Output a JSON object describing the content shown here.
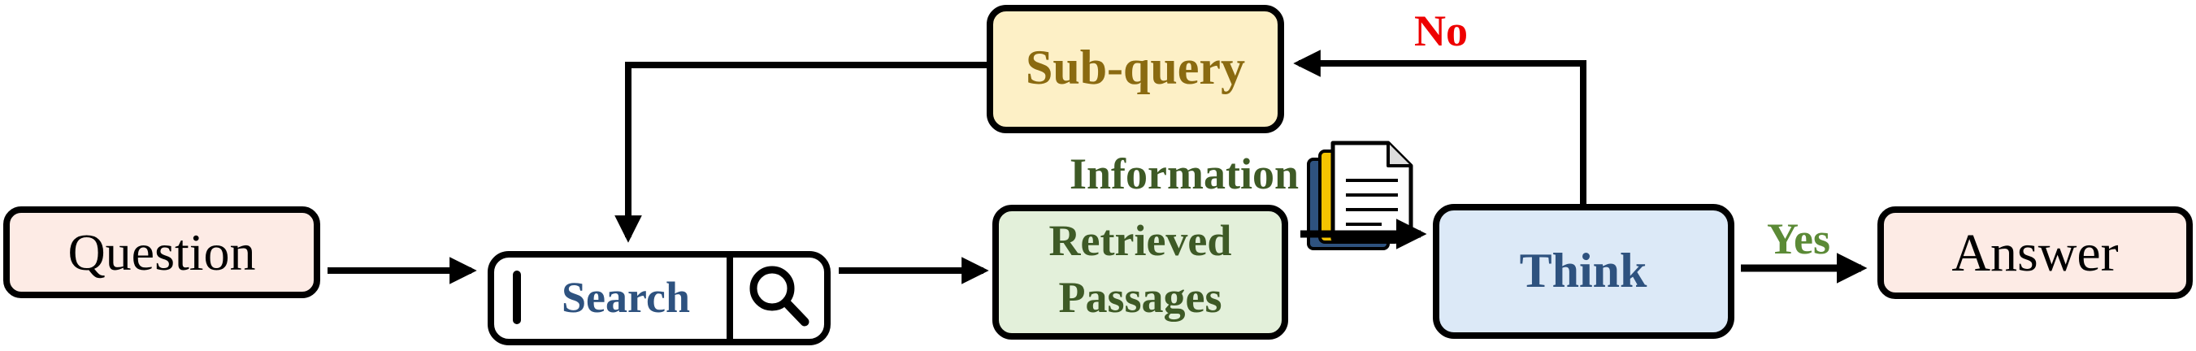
{
  "nodes": {
    "question": {
      "label": "Question"
    },
    "search": {
      "label": "Search"
    },
    "retrieved": {
      "line1": "Retrieved",
      "line2": "Passages"
    },
    "information": {
      "label": "Information"
    },
    "think": {
      "label": "Think"
    },
    "answer": {
      "label": "Answer"
    },
    "subquery": {
      "label": "Sub-query"
    }
  },
  "edges": {
    "no_label": "No",
    "yes_label": "Yes"
  },
  "icons": {
    "search": "magnifier-icon",
    "documents": "document-stack-icon"
  },
  "colors": {
    "question_fill": "#fdebe5",
    "answer_fill": "#fdebe5",
    "search_fill": "#ffffff",
    "retrieved_fill": "#e3f0da",
    "think_fill": "#dce9f7",
    "subquery_fill": "#fdf0c6",
    "blue_text": "#2e527f",
    "green_text": "#3e5a26",
    "gold_text": "#8a6a10",
    "no_color": "#ee0000",
    "yes_color": "#5b8a36",
    "stroke": "#000000"
  }
}
